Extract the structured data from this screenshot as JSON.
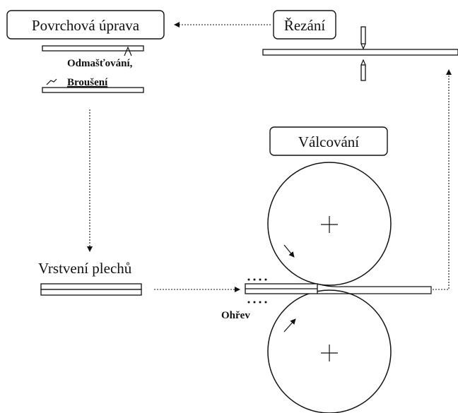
{
  "labels": {
    "surface_treatment": "Povrchová úprava",
    "degreasing": "Odmašťování,",
    "grinding": "Broušení",
    "cutting": "Řezání",
    "rolling": "Válcování",
    "stacking": "Vrstvení plechů",
    "heating": "Ohřev"
  }
}
